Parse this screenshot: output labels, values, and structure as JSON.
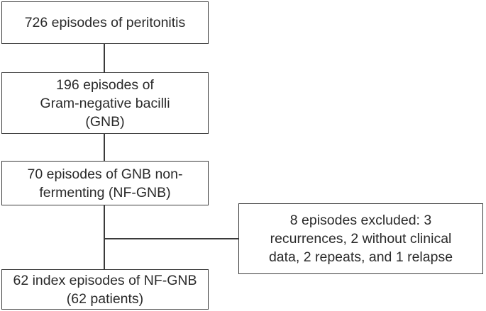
{
  "flowchart": {
    "nodes": [
      {
        "id": "total",
        "text": "726 episodes of peritonitis"
      },
      {
        "id": "gnb",
        "text": "196 episodes of\nGram-negative bacilli\n(GNB)"
      },
      {
        "id": "nf_gnb",
        "text": "70 episodes of GNB non-\nfermenting (NF-GNB)"
      },
      {
        "id": "excluded",
        "text": "8 episodes excluded: 3\nrecurrences, 2 without clinical\ndata, 2 repeats, and 1 relapse"
      },
      {
        "id": "index",
        "text": "62 index episodes of NF-GNB\n(62 patients)"
      }
    ],
    "edges": [
      {
        "from": "total",
        "to": "gnb"
      },
      {
        "from": "gnb",
        "to": "nf_gnb"
      },
      {
        "from": "nf_gnb",
        "to": "index"
      },
      {
        "from": "nf_gnb",
        "to": "excluded"
      }
    ]
  }
}
